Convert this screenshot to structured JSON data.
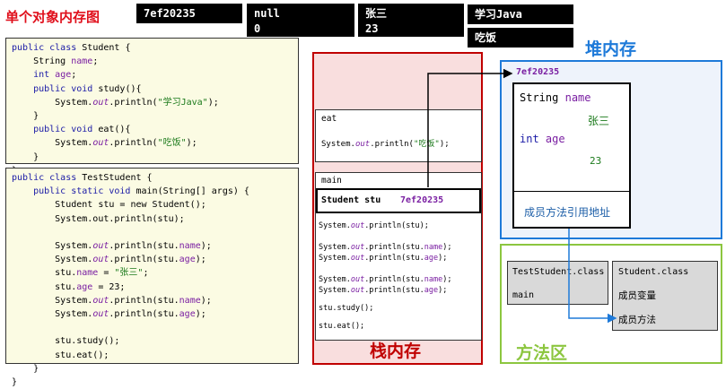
{
  "title": "单个对象内存图",
  "header_boxes": {
    "address": "7ef20235",
    "default_name": "null",
    "default_age": "0",
    "set_name": "张三",
    "set_age": "23",
    "study_output": "学习Java",
    "eat_output": "吃饭"
  },
  "student_code": {
    "l1_a": "public class ",
    "l1_b": "Student {",
    "l2_a": "    String ",
    "l2_b": "name",
    "l2_c": ";",
    "l3_a": "    int ",
    "l3_b": "age",
    "l3_c": ";",
    "l4_a": "    public void ",
    "l4_b": "study",
    "l4_c": "(){",
    "l5_a": "        System.",
    "l5_b": "out",
    "l5_c": ".println(",
    "l5_d": "\"学习Java\"",
    "l5_e": ");",
    "l6": "    }",
    "l7_a": "    public void ",
    "l7_b": "eat",
    "l7_c": "(){",
    "l8_a": "        System.",
    "l8_b": "out",
    "l8_c": ".println(",
    "l8_d": "\"吃饭\"",
    "l8_e": ");",
    "l9": "    }",
    "l10": "}"
  },
  "test_code": {
    "l1_a": "public class ",
    "l1_b": "TestStudent {",
    "l2_a": "    public static void ",
    "l2_b": "main(String[] args) {",
    "l3": "        Student stu = new Student();",
    "l4": "        System.out.println(stu);",
    "l5_a": "        System.",
    "l5_b": "out",
    "l5_c": ".println(stu.",
    "l5_d": "name",
    "l5_e": ");",
    "l6_a": "        System.",
    "l6_b": "out",
    "l6_c": ".println(stu.",
    "l6_d": "age",
    "l6_e": ");",
    "l7_a": "        stu.",
    "l7_b": "name",
    "l7_c": " = ",
    "l7_d": "\"张三\"",
    "l7_e": ";",
    "l8_a": "        stu.",
    "l8_b": "age",
    "l8_c": " = 23;",
    "l9_a": "        System.",
    "l9_b": "out",
    "l9_c": ".println(stu.",
    "l9_d": "name",
    "l9_e": ");",
    "l10_a": "        System.",
    "l10_b": "out",
    "l10_c": ".println(stu.",
    "l10_d": "age",
    "l10_e": ");",
    "l11": "        stu.study();",
    "l12": "        stu.eat();",
    "l13": "    }",
    "l14": "}"
  },
  "stack": {
    "label": "栈内存",
    "eat_frame": {
      "name": "eat",
      "line_a": "System.",
      "line_b": "out",
      "line_c": ".println(",
      "line_d": "\"吃饭\"",
      "line_e": ");"
    },
    "main_frame": {
      "name": "main",
      "var": "Student stu",
      "var_value": "7ef20235",
      "p1_a": "System.",
      "p1_b": "out",
      "p1_c": ".println(stu);",
      "p2_a": "System.",
      "p2_b": "out",
      "p2_c": ".println(stu.",
      "p2_d": "name",
      "p2_e": ");",
      "p3_a": "System.",
      "p3_b": "out",
      "p3_c": ".println(stu.",
      "p3_d": "age",
      "p3_e": ");",
      "p4_a": "System.",
      "p4_b": "out",
      "p4_c": ".println(stu.",
      "p4_d": "name",
      "p4_e": ");",
      "p5_a": "System.",
      "p5_b": "out",
      "p5_c": ".println(stu.",
      "p5_d": "age",
      "p5_e": ");",
      "p6": "stu.study();",
      "p7": "stu.eat();"
    }
  },
  "heap": {
    "label": "堆内存",
    "address": "7ef20235",
    "field1_type": "String",
    "field1_name": "name",
    "field1_value": "张三",
    "field2_type": "int",
    "field2_name": "age",
    "field2_value": "23",
    "method_ref": "成员方法引用地址"
  },
  "method_area": {
    "label": "方法区",
    "test_class": "TestStudent.class",
    "test_method": "main",
    "student_class": "Student.class",
    "member_vars": "成员变量",
    "member_methods": "成员方法"
  },
  "colors": {
    "title": "#e0101c",
    "stack": "#c00000",
    "heap": "#1e7ad9",
    "method_area": "#8cc63f"
  }
}
